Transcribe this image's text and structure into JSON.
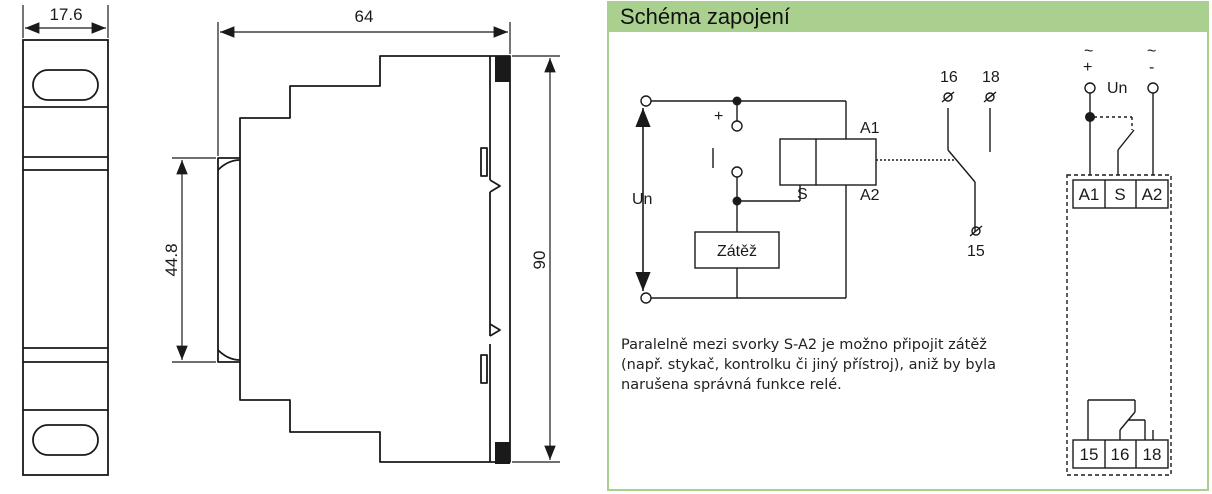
{
  "dimensions": {
    "width_front": "17.6",
    "depth": "64",
    "height_front": "44.8",
    "height_total": "90"
  },
  "schema": {
    "title": "Schéma zapojení",
    "load_label": "Zátěž",
    "un_label": "Un",
    "plus_label": "+",
    "coil_terminals": {
      "a1": "A1",
      "a2": "A2",
      "s": "S"
    },
    "contact_numbers": {
      "n16": "16",
      "n18": "18",
      "n15": "15"
    },
    "supply": {
      "tilde_left": "~",
      "plus": "+",
      "tilde_right": "~",
      "minus": "-",
      "un": "Un"
    },
    "terminal_block_top": [
      "A1",
      "S",
      "A2"
    ],
    "terminal_block_bottom": [
      "15",
      "16",
      "18"
    ],
    "note_lines": [
      "Paralelně mezi svorky S-A2 je možno připojit zátěž",
      "(např. stykač, kontrolku či jiný přístroj), aniž by byla",
      "narušena správná funkce relé."
    ]
  },
  "colors": {
    "title_bar": "#a9d08e",
    "panel_border": "#a9d08e",
    "line": "#1a1a1a"
  }
}
